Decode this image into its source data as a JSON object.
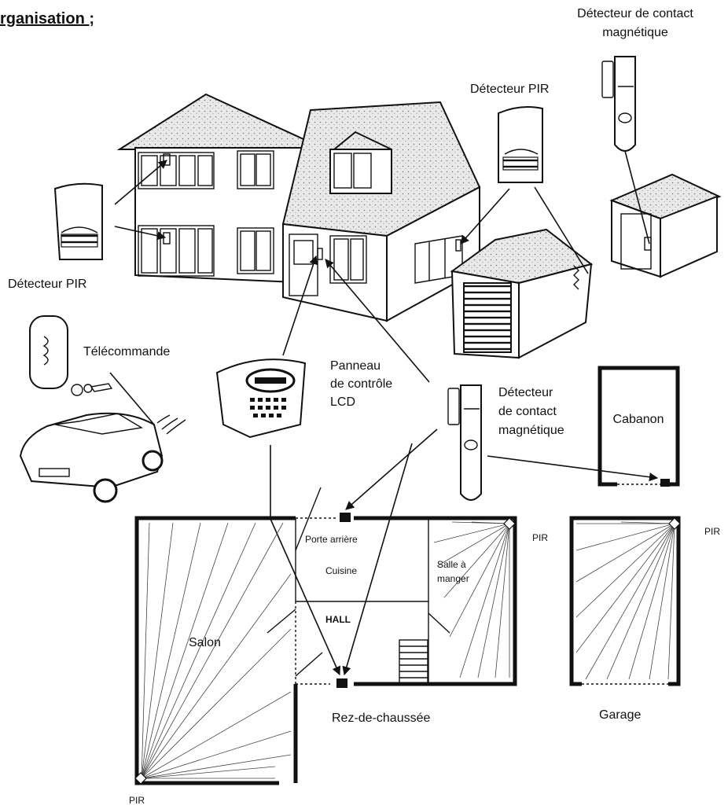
{
  "title": "rganisation ;",
  "labels": {
    "contact_top": [
      "Détecteur de contact",
      "magnétique"
    ],
    "pir_top": "Détecteur PIR",
    "pir_left": "Détecteur PIR",
    "remote": "Télécommande",
    "panel": [
      "Panneau",
      "de contrôle",
      "LCD"
    ],
    "contact_mid": [
      "Détecteur",
      "de contact",
      "magnétique"
    ],
    "cabanon": "Cabanon"
  },
  "floorplan": {
    "back_door": "Porte arrière",
    "kitchen": "Cuisine",
    "dining": [
      "Salle à",
      "manger"
    ],
    "hall": "HALL",
    "lounge": "Salon",
    "ground_floor": "Rez-de-chaussée",
    "garage": "Garage",
    "pir_marks": [
      "PIR",
      "PIR",
      "PIR"
    ]
  }
}
